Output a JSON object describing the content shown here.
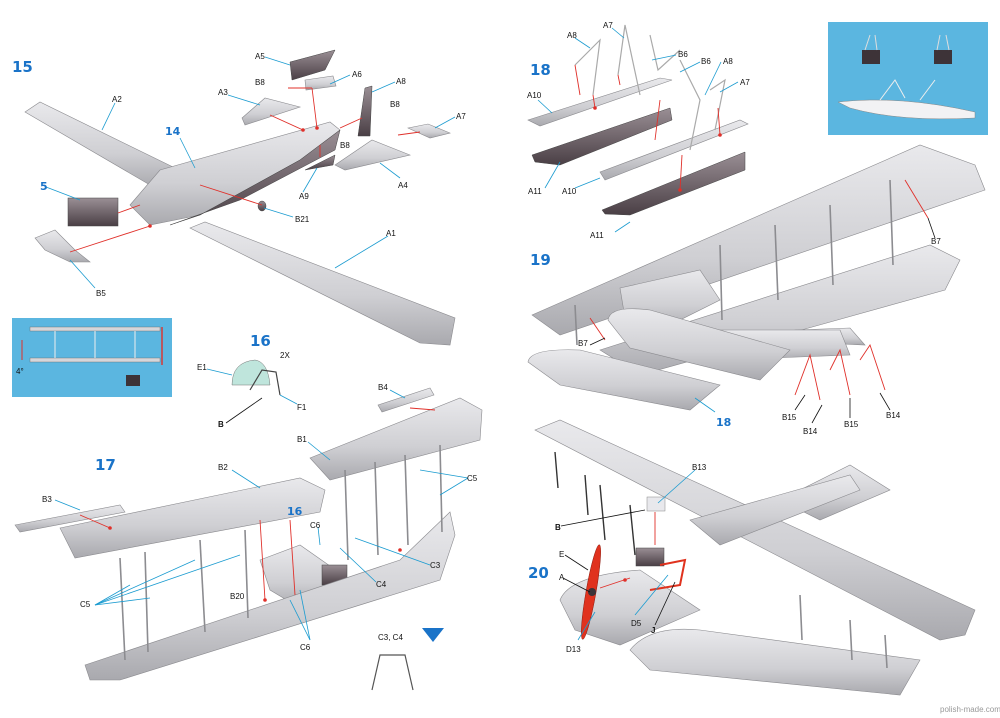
{
  "colors": {
    "step_number": "#1a73c8",
    "leader_line": "#1a9bd0",
    "assembly_line": "#e0302a",
    "inset_background": "#5bb6e0",
    "part_grey": "#c9c9cd",
    "propeller": "#e0321e"
  },
  "step15": {
    "number": "15",
    "sub14": "14",
    "sub5": "5",
    "labels": {
      "A2": "A2",
      "A5": "A5",
      "A6": "A6",
      "A3": "A3",
      "B8a": "B8",
      "A8": "A8",
      "B8b": "B8",
      "B8c": "B8",
      "A7": "A7",
      "A9": "A9",
      "A4": "A4",
      "B21": "B21",
      "A1": "A1",
      "B5": "B5"
    }
  },
  "inset_left": {
    "angle": "4°"
  },
  "step16": {
    "number": "16",
    "multiplier": "2X",
    "labels": {
      "E1": "E1",
      "F1": "F1",
      "B": "B"
    }
  },
  "step17": {
    "number": "17",
    "sub16": "16",
    "labels": {
      "B4": "B4",
      "B1": "B1",
      "C5a": "C5",
      "B2": "B2",
      "B3": "B3",
      "C6a": "C6",
      "C3": "C3",
      "C4": "C4",
      "B20": "B20",
      "C5b": "C5",
      "C6b": "C6",
      "detail": "C3, C4"
    }
  },
  "step18": {
    "number": "18",
    "labels": {
      "A8a": "A8",
      "A7a": "A7",
      "B6a": "B6",
      "B6b": "B6",
      "A8b": "A8",
      "A7b": "A7",
      "A10a": "A10",
      "A11a": "A11",
      "A10b": "A10",
      "A11b": "A11"
    }
  },
  "step19": {
    "number": "19",
    "sub18": "18",
    "labels": {
      "B7a": "B7",
      "B7b": "B7",
      "B15a": "B15",
      "B14a": "B14",
      "B15b": "B15",
      "B14b": "B14"
    }
  },
  "step20": {
    "number": "20",
    "labels": {
      "B13": "B13",
      "B": "B",
      "E": "E",
      "A": "A",
      "D5": "D5",
      "J": "J",
      "D13": "D13"
    }
  },
  "watermark": "polish-made.com"
}
